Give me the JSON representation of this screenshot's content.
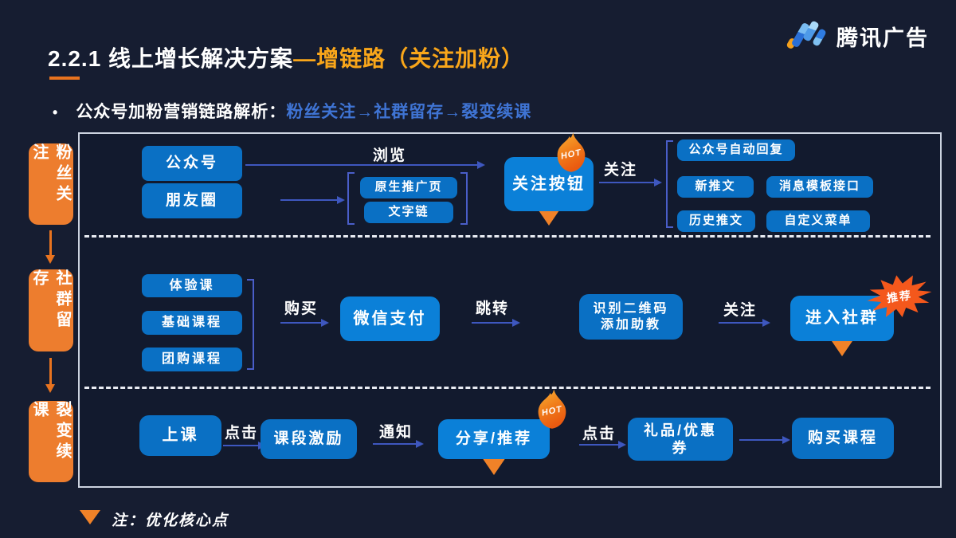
{
  "logo": {
    "text": "腾讯广告"
  },
  "title": {
    "prefix": "2.2.1 线上增长解决方案",
    "highlight": "—增链路（关注加粉）"
  },
  "subtitle": {
    "bullet": "•",
    "label": "公众号加粉营销链路解析：",
    "chain": "粉丝关注→社群留存→裂变续课"
  },
  "rail": {
    "stages": [
      {
        "label": "粉丝关注"
      },
      {
        "label": "社群留存"
      },
      {
        "label": "裂变续课"
      }
    ]
  },
  "flow": {
    "row1": {
      "official_account": "公众号",
      "moments": "朋友圈",
      "browse_label": "浏览",
      "native_page": "原生推广页",
      "text_link": "文字链",
      "follow_button": "关注按钮",
      "follow_label": "关注",
      "auto_reply": "公众号自动回复",
      "new_post": "新推文",
      "template_api": "消息模板接口",
      "history_post": "历史推文",
      "custom_menu": "自定义菜单"
    },
    "row2": {
      "trial_course": "体验课",
      "basic_course": "基础课程",
      "group_course": "团购课程",
      "buy_label": "购买",
      "wechat_pay": "微信支付",
      "jump_label": "跳转",
      "qr_line1": "识别二维码",
      "qr_line2": "添加助教",
      "follow_label": "关注",
      "join_group": "进入社群",
      "recommend_badge": "推荐"
    },
    "row3": {
      "attend_class": "上课",
      "click_label1": "点击",
      "segment_incentive": "课段激励",
      "notify_label": "通知",
      "share_recommend": "分享/推荐",
      "click_label2": "点击",
      "gift_line1": "礼品/优惠",
      "gift_line2": "券",
      "buy_course": "购买课程"
    }
  },
  "badges": {
    "hot": "HOT"
  },
  "note": {
    "text": "注：优化核心点"
  },
  "colors": {
    "background": "#161d31",
    "node_blue": "#0a70c4",
    "node_blue_bright": "#0b80d8",
    "accent_orange": "#ed7d2e",
    "title_orange": "#f9a61a",
    "chain_blue": "#3f74d4",
    "arrow_blue": "#3e57bf",
    "burst_orange": "#f4581c"
  }
}
